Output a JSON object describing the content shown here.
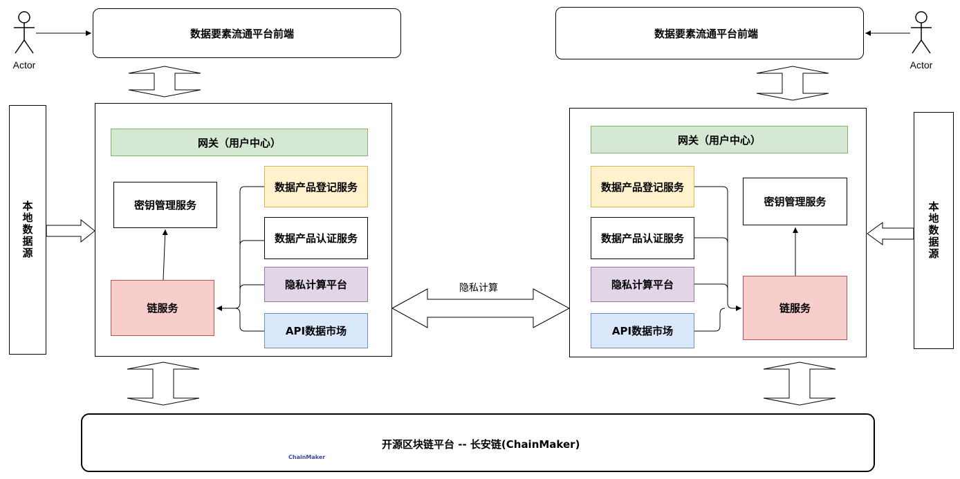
{
  "actors": {
    "left_label": "Actor",
    "right_label": "Actor"
  },
  "frontend": {
    "left_title": "数据要素流通平台前端",
    "right_title": "数据要素流通平台前端",
    "icon": "web-browser-icon"
  },
  "local_data_source": {
    "left_label": "本地数据源",
    "right_label": "本地数据源"
  },
  "left_node": {
    "gateway": "网关（用户中心）",
    "key_management": "密钥管理服务",
    "chain_service": "链服务",
    "product_register": "数据产品登记服务",
    "product_certify": "数据产品认证服务",
    "privacy_computing": "隐私计算平台",
    "api_market": "API数据市场"
  },
  "right_node": {
    "gateway": "网关（用户中心）",
    "key_management": "密钥管理服务",
    "chain_service": "链服务",
    "product_register": "数据产品登记服务",
    "product_certify": "数据产品认证服务",
    "privacy_computing": "隐私计算平台",
    "api_market": "API数据市场"
  },
  "link_label": "隐私计算",
  "blockchain": {
    "title": "开源区块链平台 -- 长安链(ChainMaker)",
    "logo_text": "ChainMaker"
  },
  "colors": {
    "gateway_fill": "#d5e8d4",
    "gateway_border": "#82b366",
    "register_fill": "#fff2cc",
    "register_border": "#d6b656",
    "privacy_fill": "#e1d5e7",
    "privacy_border": "#9673a6",
    "api_fill": "#dae8fc",
    "api_border": "#6c8ebf",
    "chain_fill": "#f8cecc",
    "chain_border": "#b85450",
    "logo_color": "#5a66c9"
  }
}
